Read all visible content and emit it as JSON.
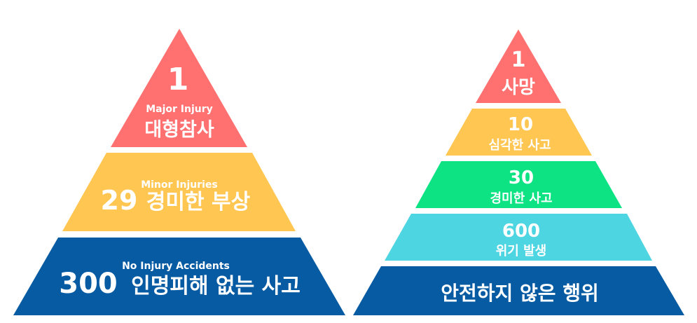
{
  "colors": {
    "red": "#FF7070",
    "yellow": "#FFC652",
    "green": "#0EE384",
    "cyan": "#4DD5E1",
    "blue": "#075BA3"
  },
  "left_pyramid": {
    "levels": [
      {
        "number": "1",
        "english": "Major Injury",
        "korean": "대형참사"
      },
      {
        "number": "29",
        "english": "Minor Injuries",
        "korean": "경미한 부상"
      },
      {
        "number": "300",
        "english": "No Injury Accidents",
        "korean": "인명피해 없는 사고"
      }
    ]
  },
  "right_pyramid": {
    "levels": [
      {
        "number": "1",
        "korean": "사망"
      },
      {
        "number": "10",
        "korean": "심각한 사고"
      },
      {
        "number": "30",
        "korean": "경미한 사고"
      },
      {
        "number": "600",
        "korean": "위기 발생"
      },
      {
        "number": "",
        "korean": "안전하지 않은 행위"
      }
    ]
  }
}
